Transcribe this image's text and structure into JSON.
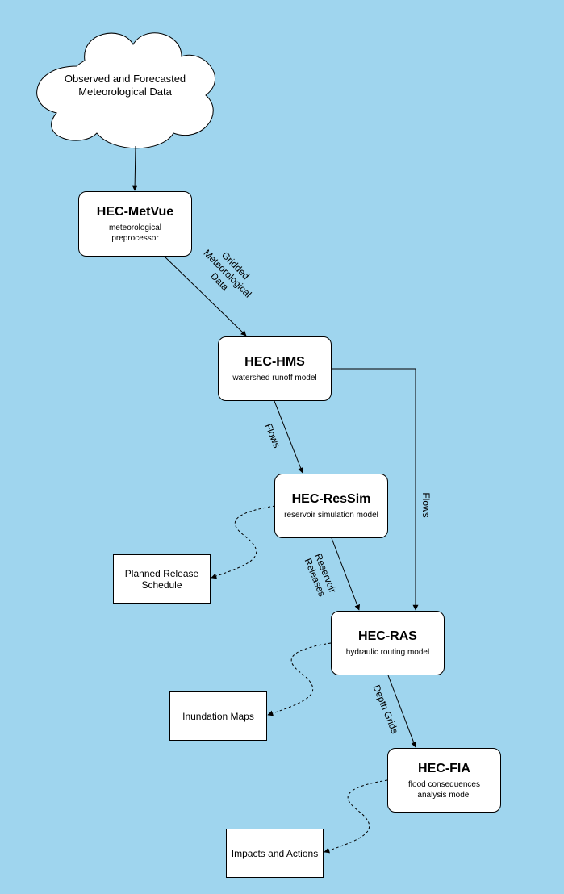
{
  "cloud": {
    "text_line1": "Observed and Forecasted",
    "text_line2": "Meteorological Data"
  },
  "nodes": {
    "metvue": {
      "title": "HEC-MetVue",
      "sub_line1": "meteorological",
      "sub_line2": "preprocessor"
    },
    "hms": {
      "title": "HEC-HMS",
      "sub_line1": "watershed runoff model"
    },
    "ressim": {
      "title": "HEC-ResSim",
      "sub_line1": "reservoir simulation model"
    },
    "ras": {
      "title": "HEC-RAS",
      "sub_line1": "hydraulic routing model"
    },
    "fia": {
      "title": "HEC-FIA",
      "sub_line1": "flood consequences",
      "sub_line2": "analysis model"
    }
  },
  "outputs": {
    "planned_release_line1": "Planned Release",
    "planned_release_line2": "Schedule",
    "inundation": "Inundation Maps",
    "impacts": "Impacts and Actions"
  },
  "edge_labels": {
    "gridded_line1": "Gridded",
    "gridded_line2": "Meteorological",
    "gridded_line3": "Data",
    "flows_hms_ressim": "Flows",
    "flows_hms_ras": "Flows",
    "reservoir_line1": "Reservoir",
    "reservoir_line2": "Releases",
    "depth_grids": "Depth Grids"
  },
  "colors": {
    "background": "#9fd5ee",
    "node_fill": "#ffffff",
    "stroke": "#000000"
  }
}
